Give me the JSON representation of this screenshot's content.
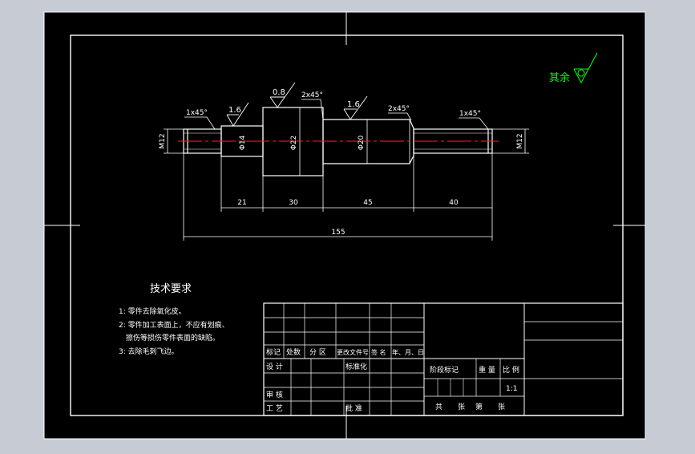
{
  "colors": {
    "background": "#c6cbd4",
    "sheet": "#000000",
    "line": "#ffffff",
    "centerline": "#ff2020",
    "note": "#00ff00"
  },
  "drawing": {
    "roughness_other": "其余",
    "roughness_values": [
      "1.6",
      "0.8",
      "1.6"
    ],
    "chamfers": [
      "1x45°",
      "2x45°",
      "2x45°",
      "1x45°"
    ],
    "diameters": [
      "M12",
      "Φ14",
      "Φ22",
      "Φ20",
      "M12"
    ],
    "lengths": [
      "21",
      "30",
      "45",
      "40"
    ],
    "total_length": "155"
  },
  "requirements": {
    "title": "技术要求",
    "items": [
      "1: 零件去除氧化皮。",
      "2: 零件加工表面上，不应有划痕、",
      "擦伤等损伤零件表面的缺陷。",
      "3: 去除毛刺飞边。"
    ]
  },
  "title_block": {
    "rev_headers": [
      "标记",
      "处数",
      "分 区",
      "更改文件号",
      "签 名",
      "年、月、日"
    ],
    "design": "设 计",
    "standardize": "标准化",
    "check": "审 核",
    "process": "工 艺",
    "approve": "批 准",
    "stage_mark": "阶段标记",
    "weight": "重 量",
    "scale": "比 例",
    "scale_value": "1:1",
    "sheets_total": "共",
    "sheets_unit1": "张",
    "sheets_nth": "第",
    "sheets_unit2": "张"
  }
}
